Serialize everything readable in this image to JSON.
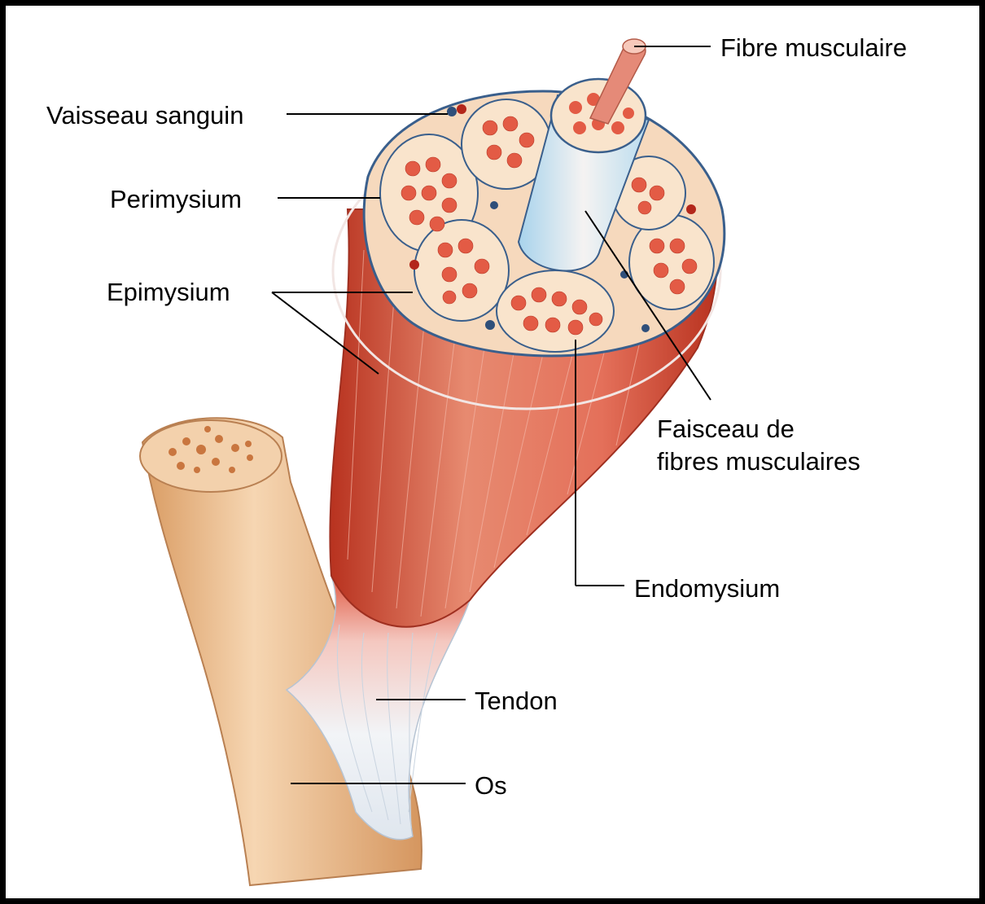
{
  "diagram": {
    "labels": {
      "fibre_musculaire": "Fibre musculaire",
      "vaisseau_sanguin": "Vaisseau sanguin",
      "perimysium": "Perimysium",
      "epimysium": "Epimysium",
      "faisceau_line1": "Faisceau de",
      "faisceau_line2": "fibres musculaires",
      "endomysium": "Endomysium",
      "tendon": "Tendon",
      "os": "Os"
    },
    "colors": {
      "muscle_dark": "#c8392a",
      "muscle_light": "#e9826a",
      "fascicle_fill": "#f7dcc0",
      "fiber_red": "#e35b45",
      "perimysium_blue": "#3a5f8c",
      "tendon_white": "#eef1f4",
      "bone": "#e9b98a",
      "bone_dark": "#c98f5c",
      "border": "#000000"
    }
  }
}
